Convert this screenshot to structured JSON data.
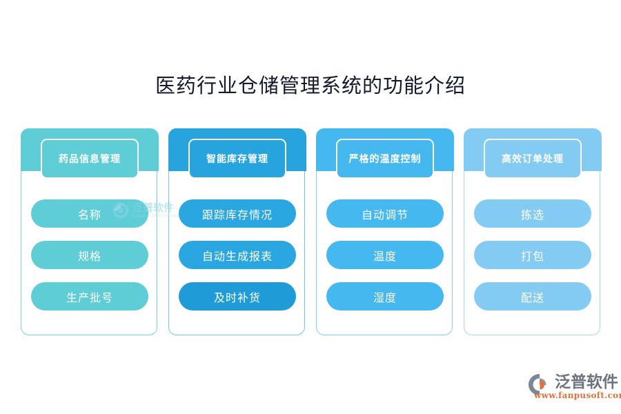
{
  "page": {
    "title": "医药行业仓储管理系统的功能介绍",
    "background_color": "#ffffff",
    "title_color": "#121a2b"
  },
  "columns": [
    {
      "header": "药品信息管理",
      "color": "#5ecdd6",
      "items": [
        "名称",
        "规格",
        "生产批号"
      ]
    },
    {
      "header": "智能库存管理",
      "color": "#27a3dd",
      "items": [
        "跟踪库存情况",
        "自动生成报表",
        "及时补货"
      ]
    },
    {
      "header": "严格的温度控制",
      "color": "#44b8ef",
      "items": [
        "自动调节",
        "温度",
        "湿度"
      ]
    },
    {
      "header": "高效订单处理",
      "color": "#83cbf2",
      "items": [
        "拣选",
        "打包",
        "配送"
      ]
    }
  ],
  "watermark": {
    "icon": "fanpu-logo-icon",
    "name_cn": "泛普软件",
    "name_en": "FANPU SOFTWARE",
    "color": "#8fd3e6"
  },
  "brand": {
    "icon": "fanpu-logo-icon",
    "name_cn": "泛普软件",
    "url": "www.fanpusoft.com",
    "name_color": "#6b7280",
    "url_color": "#e2703a"
  }
}
